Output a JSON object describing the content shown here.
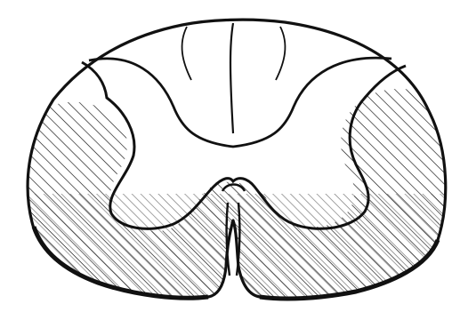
{
  "figure": {
    "subject": "spinal-cord-cross-section",
    "colors": {
      "background": "#ffffff",
      "ink": "#111111"
    },
    "hatching": "diagonal",
    "hatched_region": "lower",
    "text_labels": []
  }
}
